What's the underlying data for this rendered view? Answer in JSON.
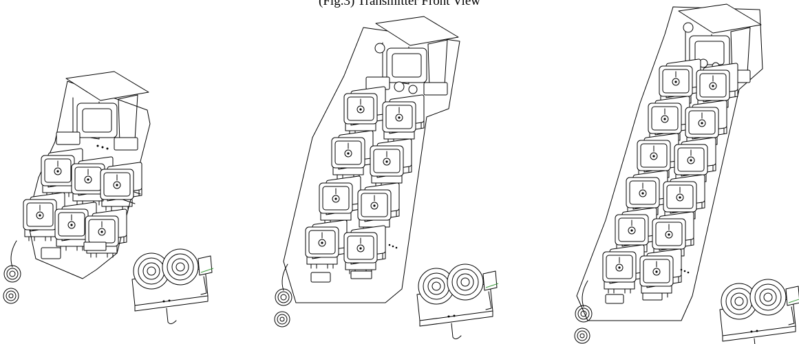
{
  "figure": {
    "caption": "(Fig.3) Transmitter Front View",
    "views": [
      {
        "id": "two-rows",
        "button_rows": 2,
        "buttons_per_row": 3
      },
      {
        "id": "four-rows",
        "button_rows": 4,
        "buttons_per_row": 2
      },
      {
        "id": "six-rows",
        "button_rows": 6,
        "buttons_per_row": 2
      }
    ],
    "colors": {
      "line": "#000000",
      "accent": "#3a9a3a",
      "background": "#ffffff"
    }
  }
}
